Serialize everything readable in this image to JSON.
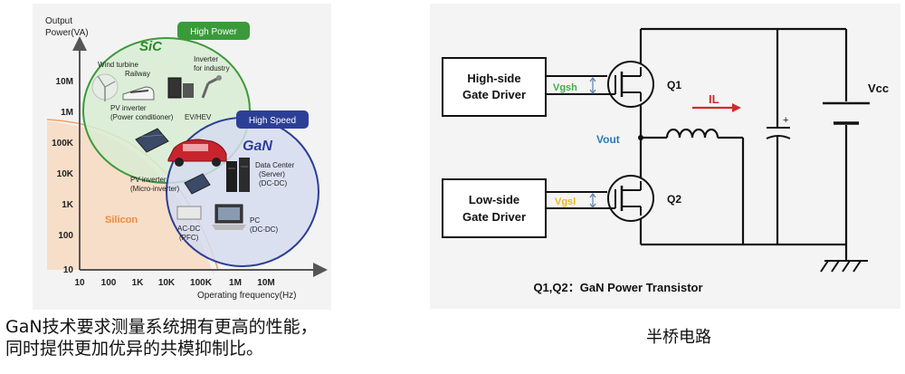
{
  "chart": {
    "y_axis_title_line1": "Output",
    "y_axis_title_line2": "Power(VA)",
    "x_axis_title": "Operating frequency(Hz)",
    "y_ticks": [
      "10M",
      "1M",
      "100K",
      "10K",
      "1K",
      "100",
      "10"
    ],
    "x_ticks": [
      "10",
      "100",
      "1K",
      "10K",
      "100K",
      "1M",
      "10M"
    ],
    "regions": {
      "sic_label": "SiC",
      "sic_badge": "High Power",
      "gan_label": "GaN",
      "gan_badge": "High Speed",
      "silicon_label": "Silicon"
    },
    "applications": {
      "wind_turbine": "Wind turbine",
      "railway": "Railway",
      "inverter_industry_1": "Inverter",
      "inverter_industry_2": "for industry",
      "pv_inverter_1": "PV inverter",
      "pv_inverter_2": "(Power conditioner)",
      "ev_hev": "EV/HEV",
      "pv_micro_1": "PV inverter",
      "pv_micro_2": "(Micro-inverter)",
      "data_center_1": "Data Center",
      "data_center_2": "(Server)",
      "data_center_3": "(DC-DC)",
      "acdc_1": "AC-DC",
      "acdc_2": "(PFC)",
      "pc_1": "PC",
      "pc_2": "(DC-DC)"
    },
    "colors": {
      "sic_fill": "#d8ecd2",
      "sic_border": "#3a9a3a",
      "gan_fill": "#d6dcf0",
      "gan_border": "#2c3f96",
      "silicon_fill": "#f7dcc4",
      "axis": "#555555"
    }
  },
  "circuit": {
    "high_side_driver_1": "High-side",
    "high_side_driver_2": "Gate Driver",
    "low_side_driver_1": "Low-side",
    "low_side_driver_2": "Gate Driver",
    "vgsh": "Vgsh",
    "vgsl": "Vgsl",
    "q1": "Q1",
    "q2": "Q2",
    "vout": "Vout",
    "il": "IL",
    "vcc": "Vcc",
    "plus": "+",
    "footer": "Q1,Q2：GaN Power Transistor",
    "colors": {
      "vgsh": "#3fae49",
      "vgsl": "#e8b820",
      "vout": "#2a7ab8",
      "il": "#d32a2a"
    }
  },
  "captions": {
    "left_line1": "GaN技术要求测量系统拥有更高的性能，",
    "left_line2": "同时提供更加优异的共模抑制比。",
    "right": "半桥电路"
  }
}
